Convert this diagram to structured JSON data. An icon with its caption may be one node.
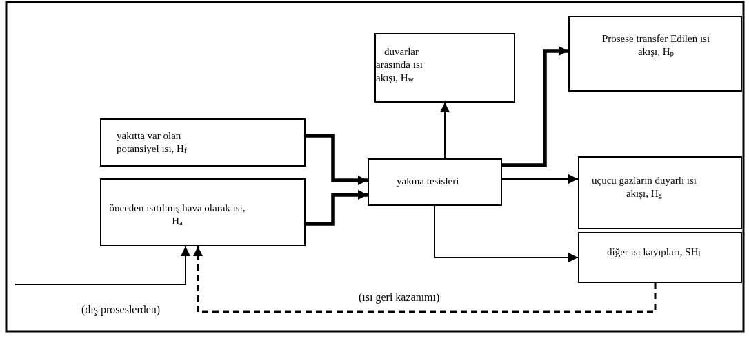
{
  "diagram": {
    "nodes": [
      {
        "text": [
          "duvarlar arasında ısı akışı, H$_{w}$"
        ]
      },
      {
        "text": [
          "Prosese transfer Edilen ısı akışı, H$_{p}$"
        ]
      },
      {
        "text": [
          "yakıtta var olan potansiyel ısı, H$_{f}$"
        ]
      },
      {
        "text": [
          "önceden ısıtılmış hava olarak ısı, H$_{a}$"
        ]
      },
      {
        "text": [
          "yakma tesisleri"
        ]
      },
      {
        "text": [
          "uçucu gazların duyarlı ısı akışı, H$_{g}$"
        ]
      },
      {
        "text": [
          "diğer ısı kayıpları, SH$_{l}$"
        ]
      }
    ],
    "edges": [
      {
        "from": 2,
        "to": 4,
        "arrow": "to",
        "style": "thick"
      },
      {
        "from": 3,
        "to": 4,
        "arrow": "to",
        "style": "thick"
      },
      {
        "from": 4,
        "to": 0,
        "arrow": "to"
      },
      {
        "from": 4,
        "to": 1,
        "arrow": "to",
        "style": "thick"
      },
      {
        "from": 4,
        "to": 5,
        "arrow": "to"
      },
      {
        "from": 4,
        "to": 6,
        "arrow": "to"
      },
      {
        "from": null,
        "to": 3,
        "arrow": "to",
        "label": "(dış proseslerden)"
      },
      {
        "from": 6,
        "to": 3,
        "arrow": "to",
        "style": "dashed",
        "label": "(ısı geri kazanımı)"
      }
    ]
  }
}
